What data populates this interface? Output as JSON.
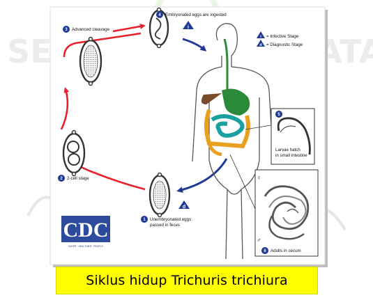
{
  "watermark": {
    "left": "SEK",
    "right": "ATAN"
  },
  "diagram": {
    "steps": [
      {
        "number": "1",
        "label_line1": "Unembryonated eggs",
        "label_line2": "passed in feces"
      },
      {
        "number": "2",
        "label_line1": "2-cell stage",
        "label_line2": ""
      },
      {
        "number": "3",
        "label_line1": "Advanced cleavage",
        "label_line2": ""
      },
      {
        "number": "4",
        "label_line1": "Embryonated eggs are ingested",
        "label_line2": ""
      },
      {
        "number": "5",
        "label_line1": "Larvae hatch",
        "label_line2": "in small intestine"
      },
      {
        "number": "6",
        "label_line1": "Adults in cecum",
        "label_line2": ""
      }
    ],
    "legend": {
      "infective_symbol": "i",
      "infective_label": "= Infective Stage",
      "diagnostic_symbol": "d",
      "diagnostic_label": "= Diagnostic Stage"
    },
    "female_symbol": "♀",
    "male_symbol": "♂",
    "logo": {
      "text": "CDC",
      "subtext": "SAFER · HEALTHIER · PEOPLE"
    },
    "colors": {
      "infective_arrow": "#e8202a",
      "diagnostic_arrow": "#1f3a93",
      "step_badge": "#1f3a93",
      "logo_blue": "#2d4b9c"
    }
  },
  "caption": {
    "text": "Siklus hidup Trichuris trichiura",
    "background": "#ffff00"
  }
}
